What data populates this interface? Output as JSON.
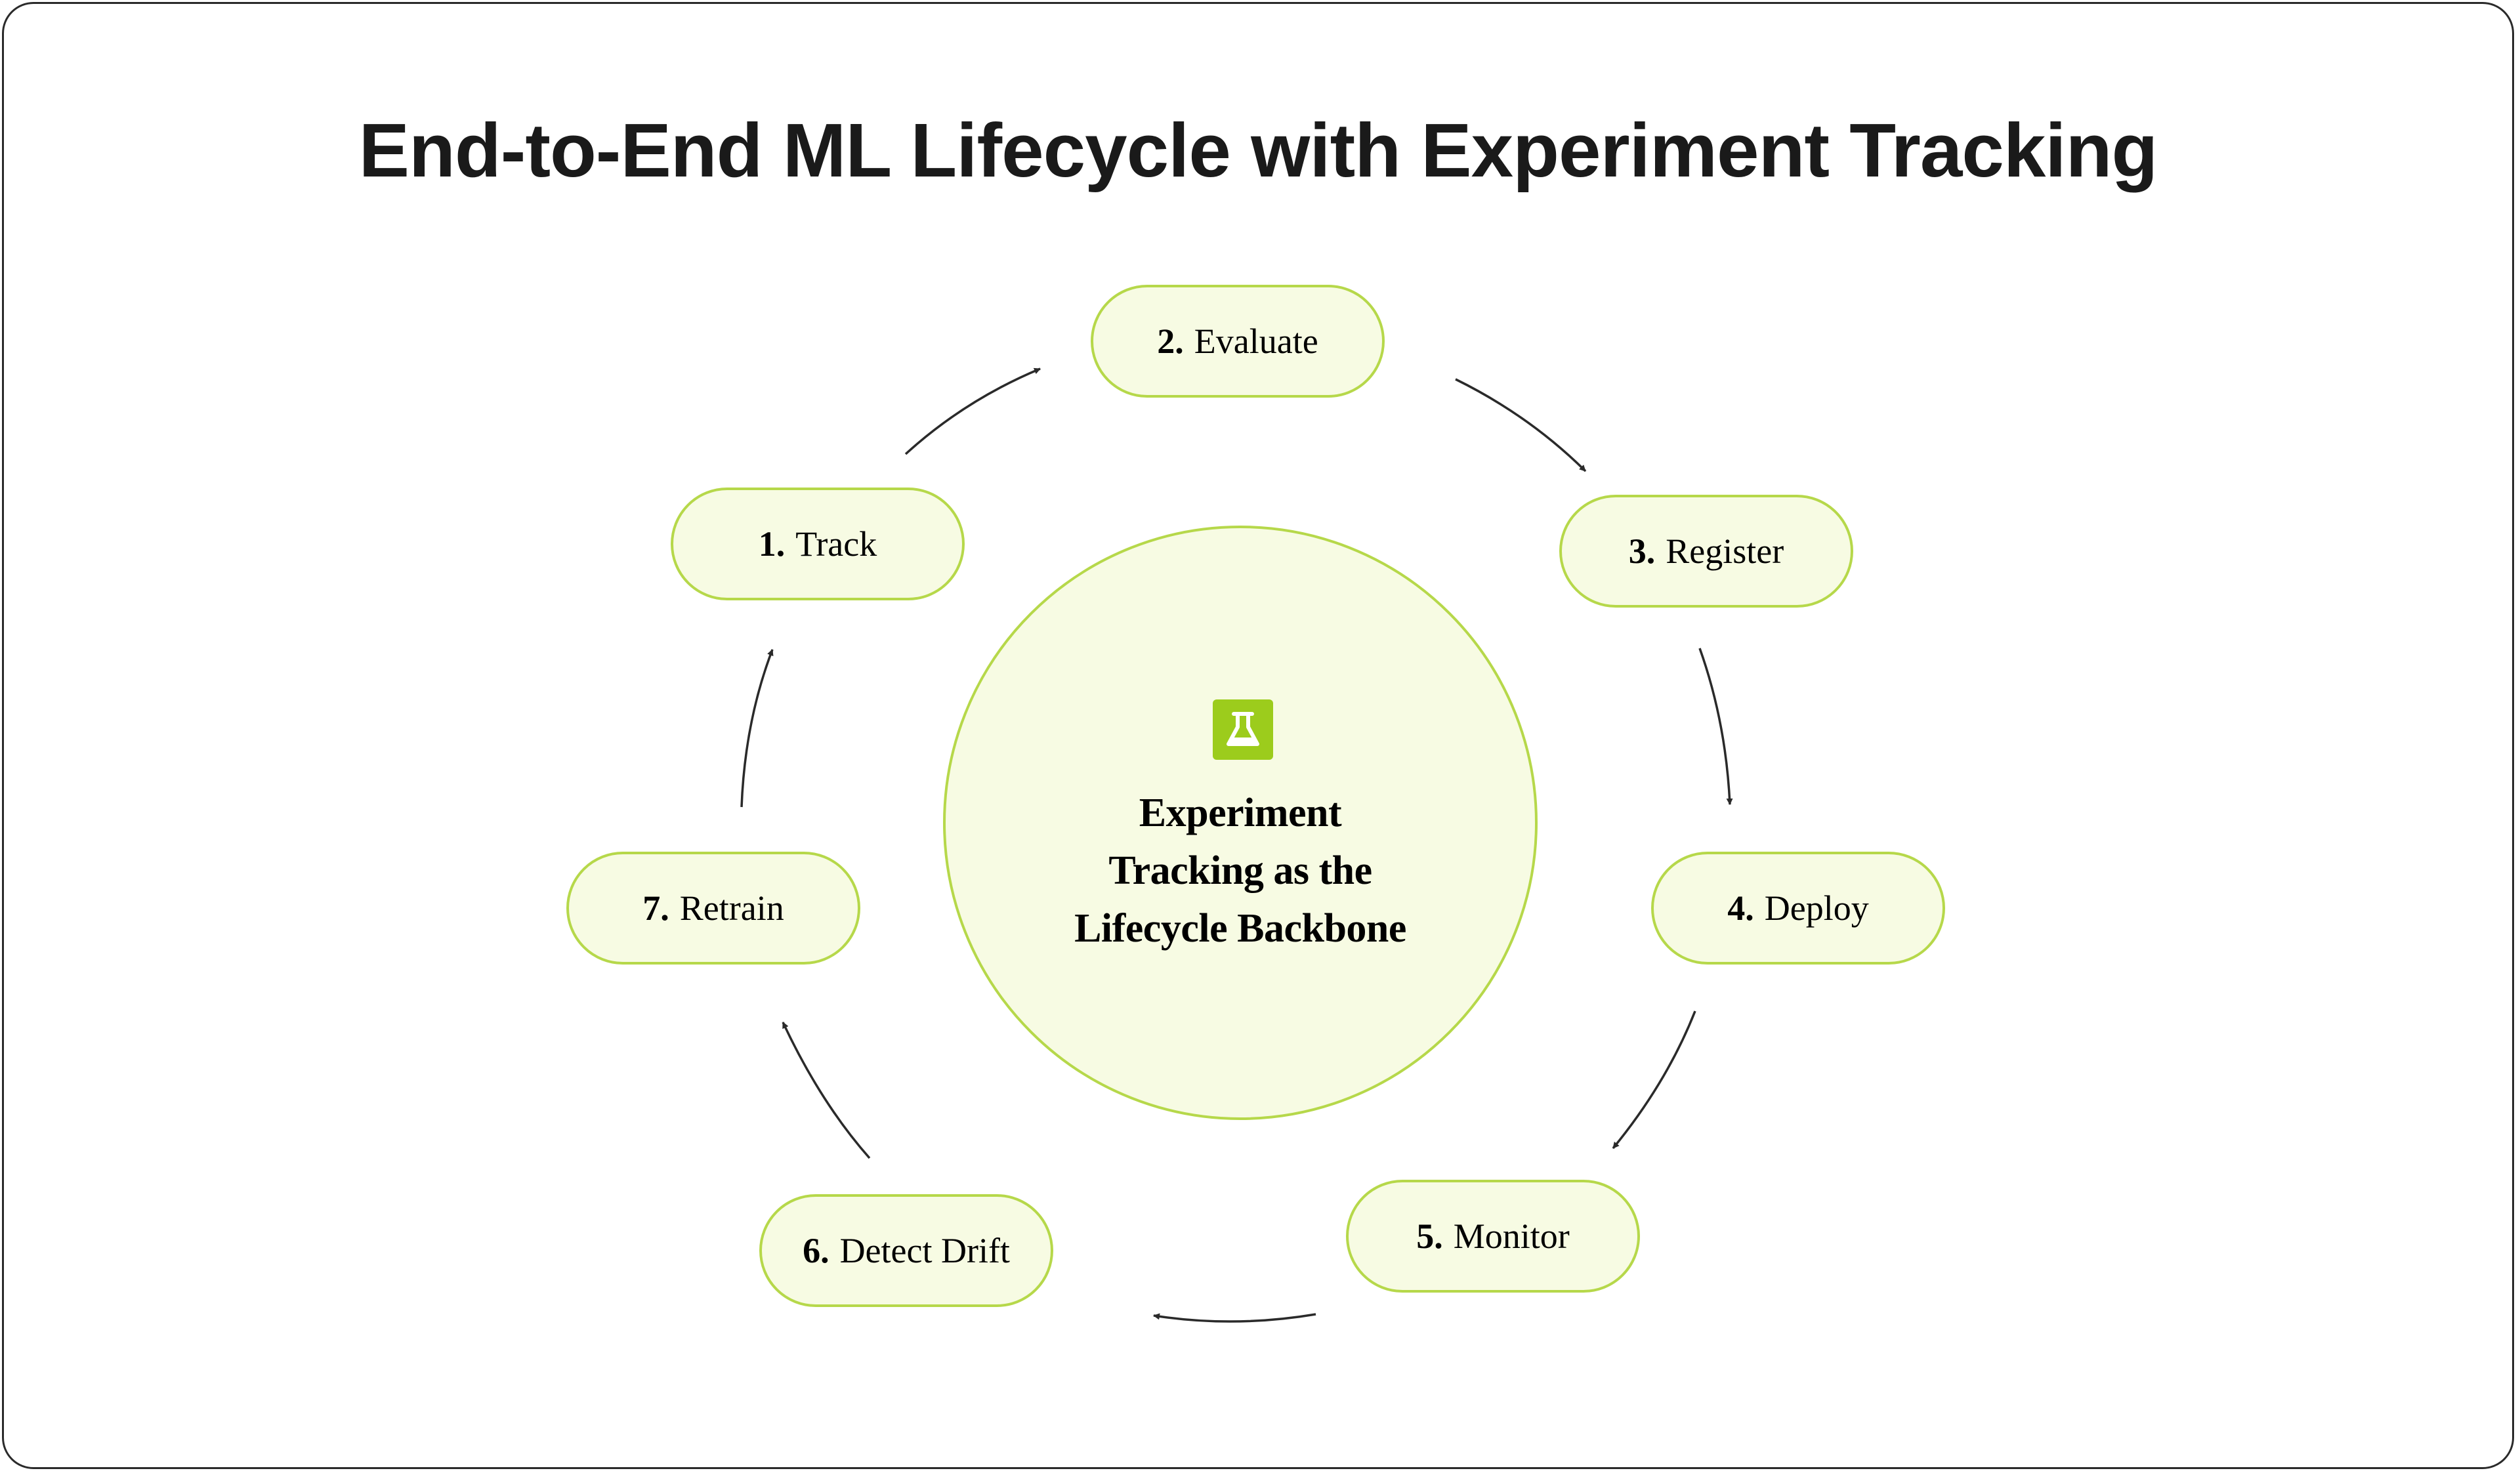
{
  "title": "End-to-End ML Lifecycle with Experiment Tracking",
  "center": {
    "icon": "flask-icon",
    "lines": [
      "Experiment",
      "Tracking as the",
      "Lifecycle Backbone"
    ]
  },
  "steps": [
    {
      "num": "1.",
      "label": "Track"
    },
    {
      "num": "2.",
      "label": "Evaluate"
    },
    {
      "num": "3.",
      "label": "Register"
    },
    {
      "num": "4.",
      "label": "Deploy"
    },
    {
      "num": "5.",
      "label": "Monitor"
    },
    {
      "num": "6.",
      "label": "Detect Drift"
    },
    {
      "num": "7.",
      "label": "Retrain"
    }
  ],
  "colors": {
    "node_fill": "#f7fbe3",
    "node_border": "#b6d84a",
    "icon_badge": "#9ccc1c",
    "text": "#1a1a1a",
    "arrow": "#2a2a2a"
  }
}
